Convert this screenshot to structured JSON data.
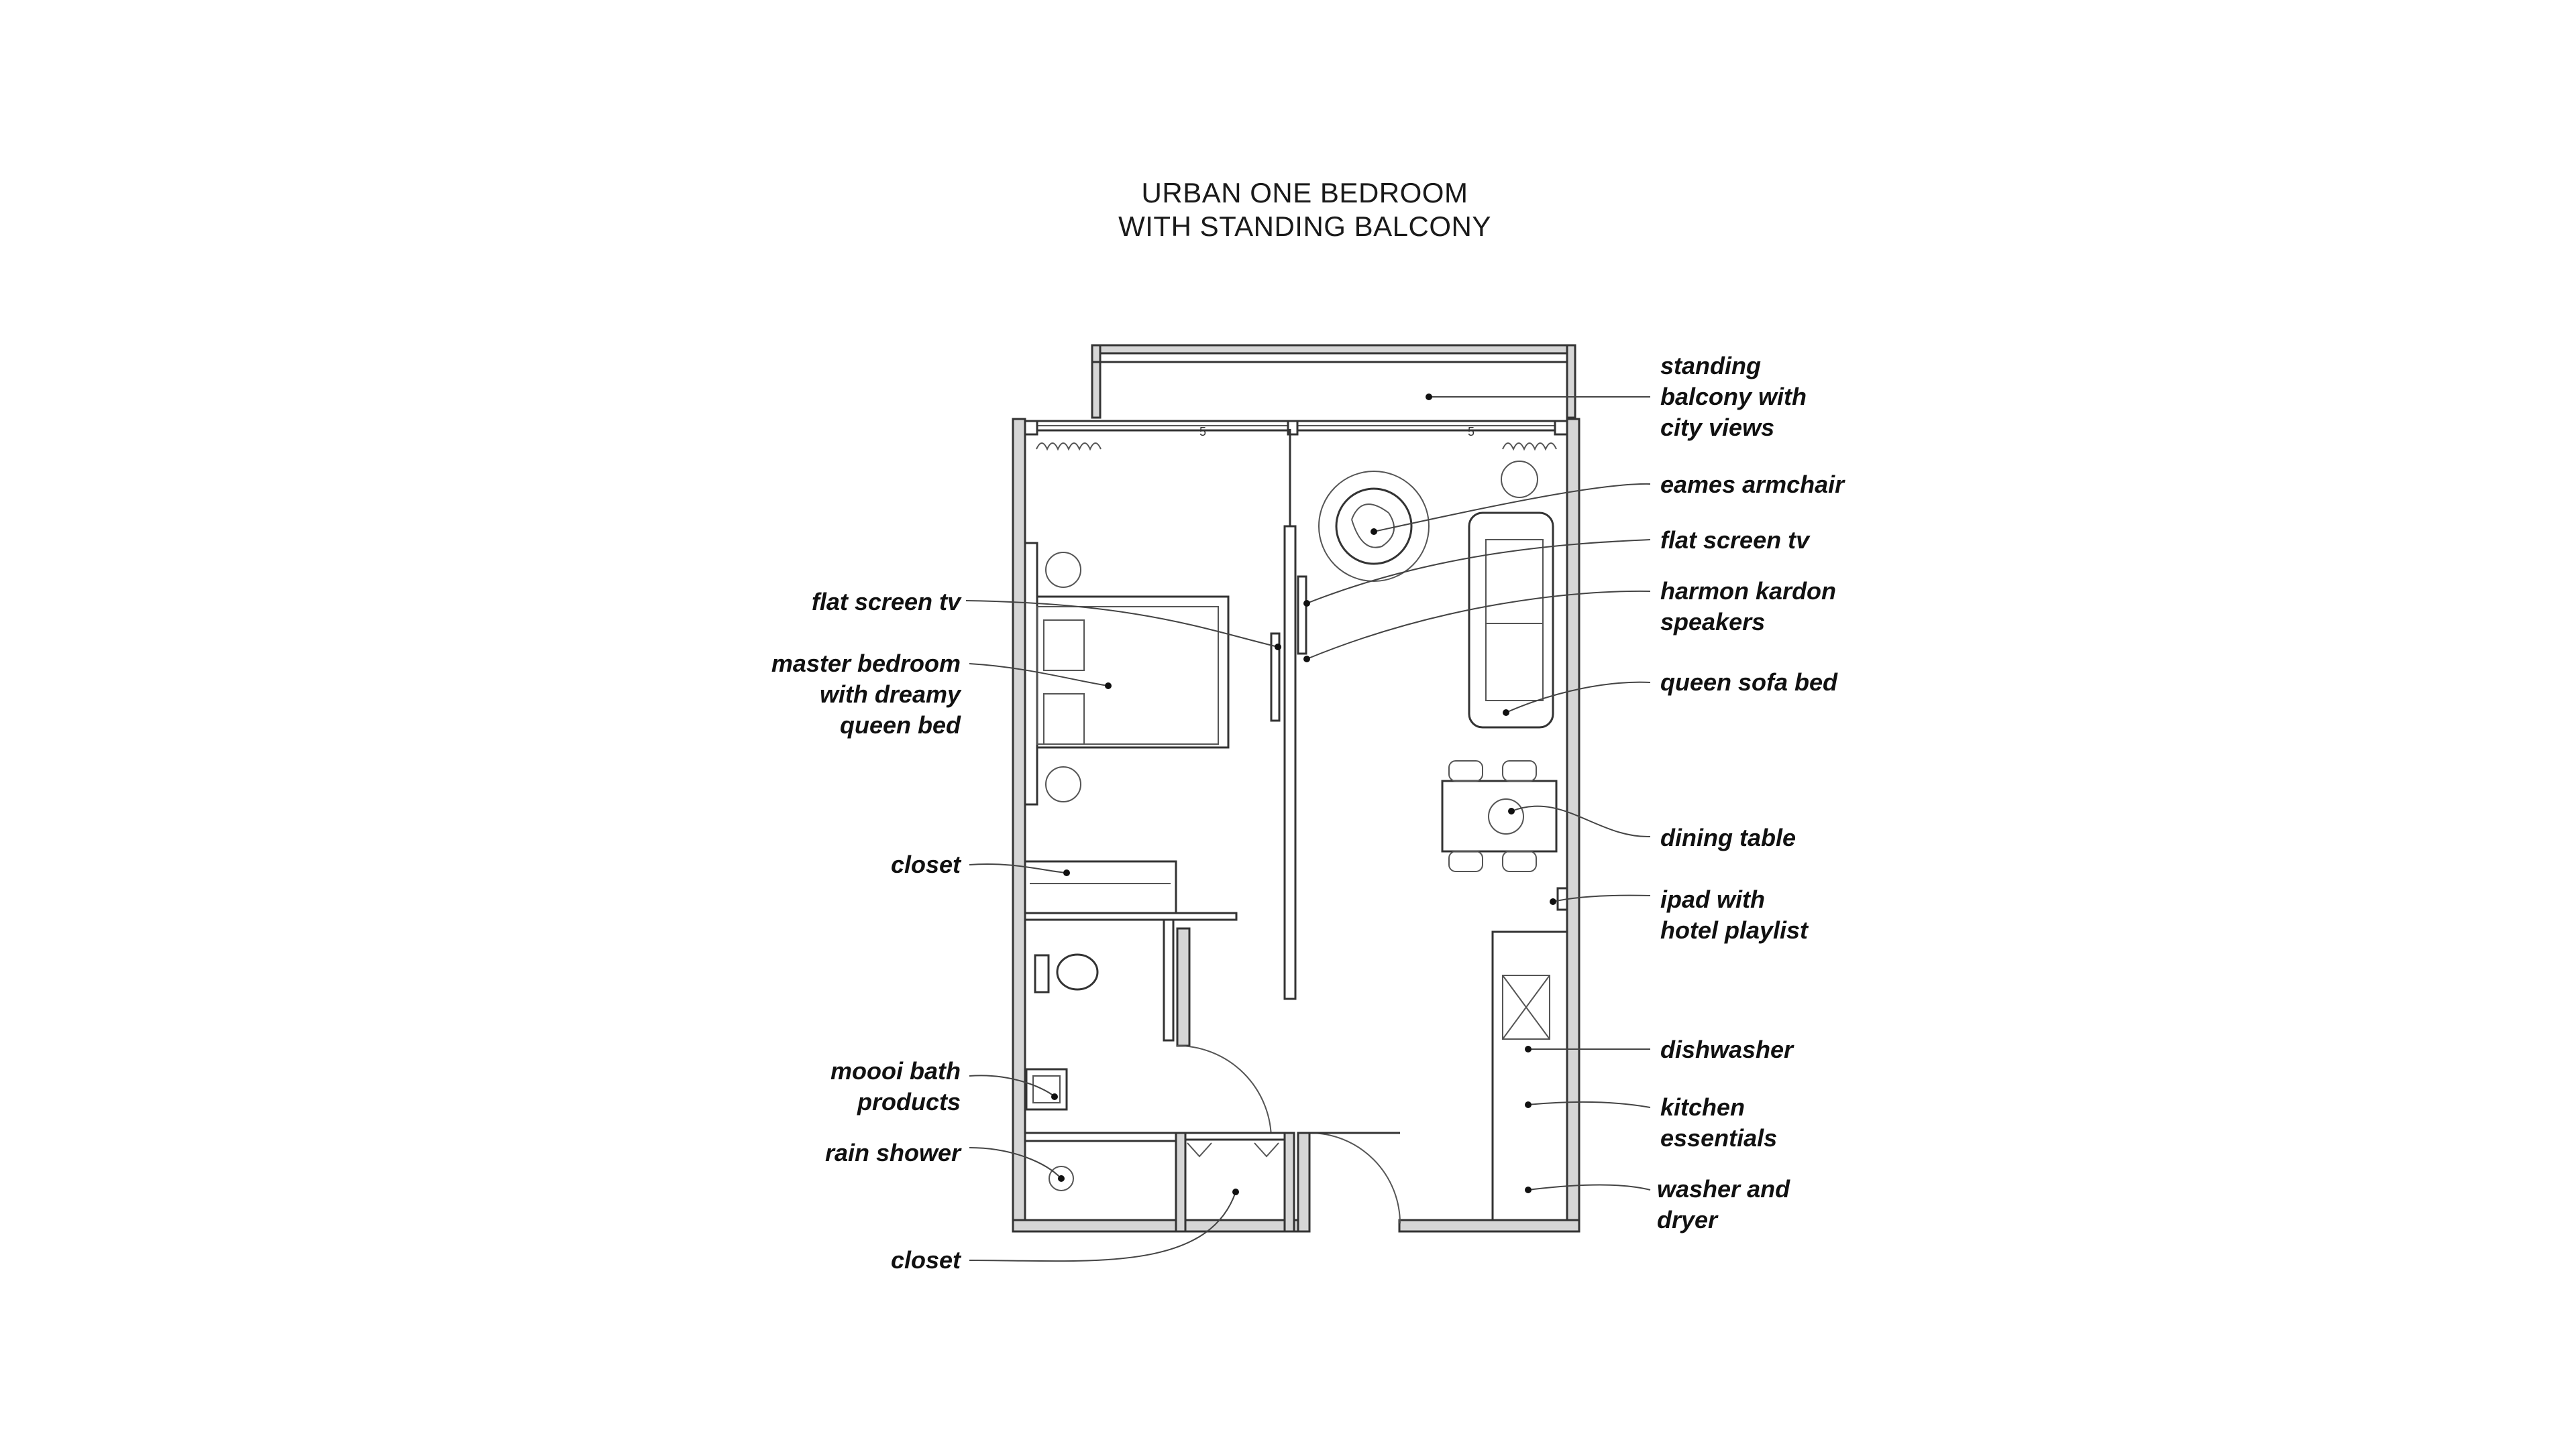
{
  "title": {
    "line1": "URBAN ONE BEDROOM",
    "line2": "WITH STANDING BALCONY"
  },
  "labels": {
    "balcony_1": "standing",
    "balcony_2": "balcony with",
    "balcony_3": "city views",
    "armchair": "eames armchair",
    "tv_right": "flat screen tv",
    "speakers_1": "harmon kardon",
    "speakers_2": "speakers",
    "sofa": "queen sofa bed",
    "dining": "dining table",
    "ipad_1": "ipad with",
    "ipad_2": "hotel playlist",
    "dishwasher": "dishwasher",
    "kitchen_1": "kitchen",
    "kitchen_2": "essentials",
    "washer_1": "washer and",
    "washer_2": "dryer",
    "tv_left": "flat screen tv",
    "bedroom_1": "master bedroom",
    "bedroom_2": "with dreamy",
    "bedroom_3": "queen bed",
    "closet_top": "closet",
    "bath_1": "moooi bath",
    "bath_2": "products",
    "shower": "rain shower",
    "closet_bottom": "closet"
  },
  "colors": {
    "wall_fill": "#d6d6d6",
    "line": "#333333",
    "text": "#111111"
  }
}
